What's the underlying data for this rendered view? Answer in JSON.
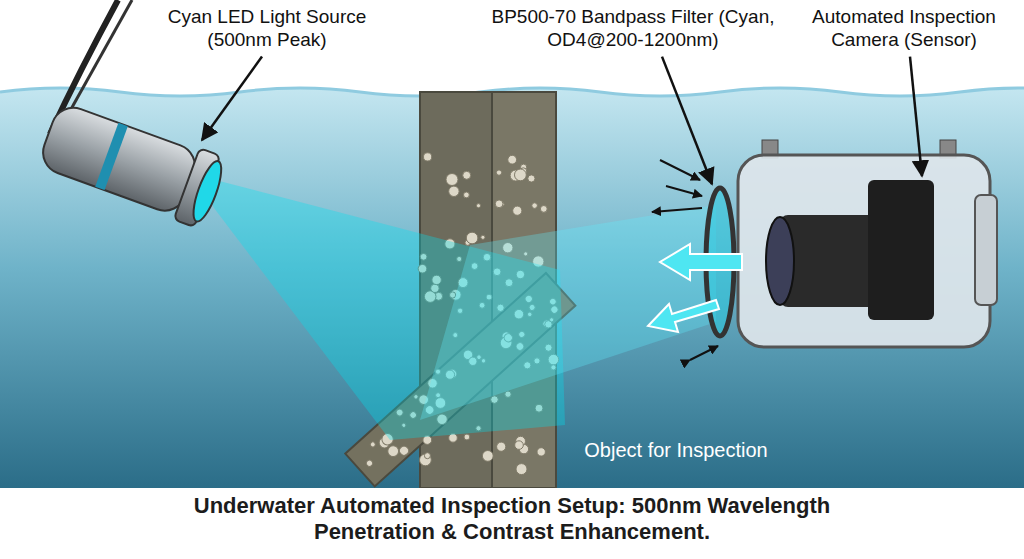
{
  "diagram": {
    "caption": "Underwater Automated Inspection Setup: 500nm Wavelength Penetration & Contrast Enhancement.",
    "labels": [
      "Cyan LED Light Source (500nm Peak)",
      "BP500-70 Bandpass Filter (Cyan, OD4@200-1200nm)",
      "Automated Inspection Camera (Sensor)",
      "Object for Inspection"
    ]
  }
}
